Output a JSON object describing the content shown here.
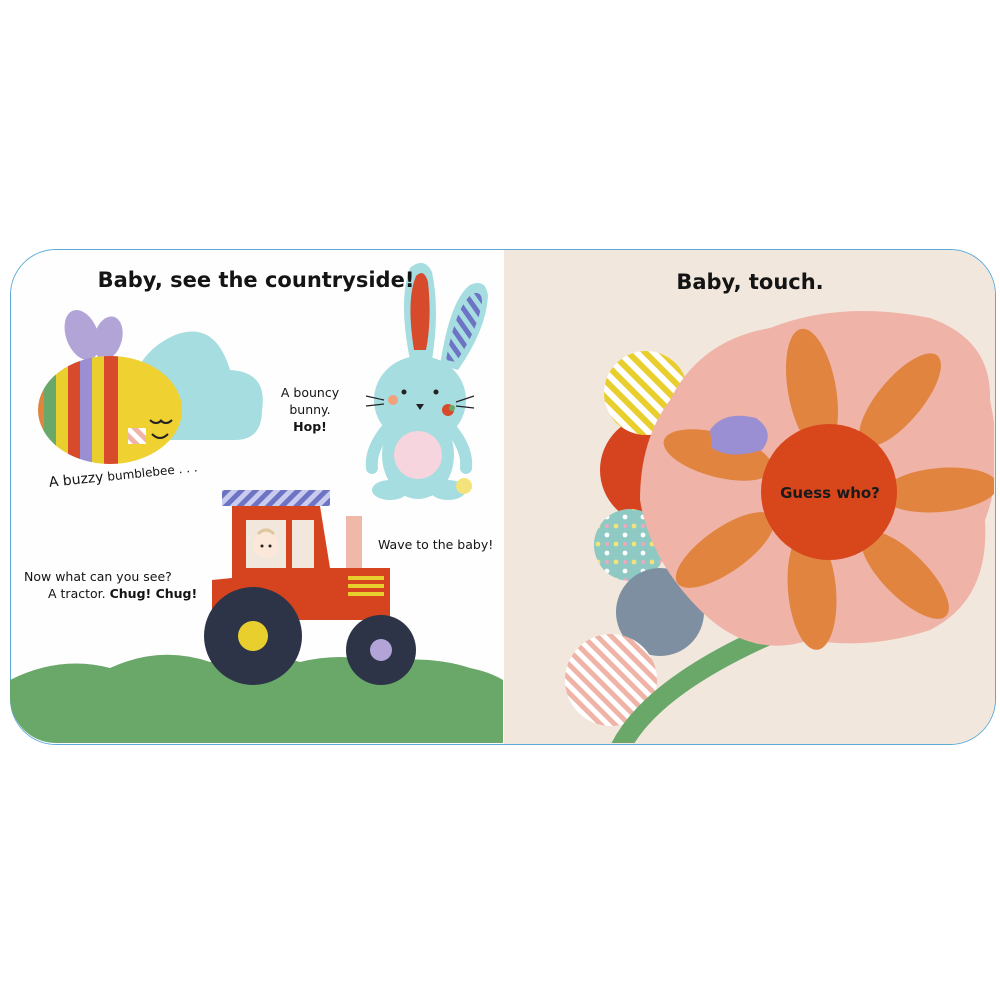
{
  "left_page": {
    "title": "Baby, see the countryside!",
    "bee_caption_1": "A buzzy",
    "bee_caption_2": "bumblebee . . .",
    "bunny_line_1": "A bouncy",
    "bunny_line_2": "bunny.",
    "bunny_exclaim": "Hop!",
    "baby_caption": "Wave to the baby!",
    "tractor_line_1": "Now what can you see?",
    "tractor_line_2": "A tractor.",
    "tractor_exclaim": "Chug! Chug!"
  },
  "right_page": {
    "title": "Baby, touch.",
    "flower_label": "Guess who?"
  },
  "colors": {
    "border": "#5aa9d6",
    "right_page_bg": "#f2e7dd",
    "grass": "#6aa86a",
    "tractor_red": "#d6441f",
    "petal_pink": "#efb3a7",
    "petal_orange": "#e0843f",
    "flower_center": "#d8461c",
    "bunny_blue": "#a6dde0"
  },
  "icons": [
    "bee-illustration",
    "cloud-illustration",
    "bunny-illustration",
    "tractor-illustration",
    "flower-illustration"
  ]
}
